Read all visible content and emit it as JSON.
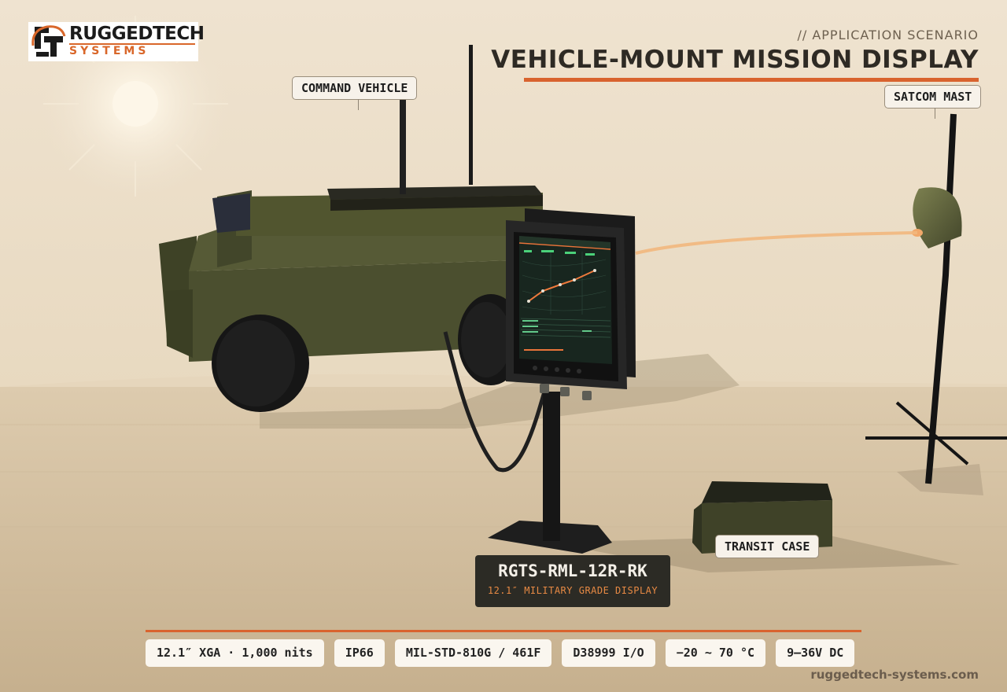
{
  "brand": {
    "name": "RUGGEDTECH",
    "subtitle": "SYSTEMS",
    "website": "ruggedtech-systems.com"
  },
  "header": {
    "kicker": "// APPLICATION SCENARIO",
    "title": "VEHICLE-MOUNT MISSION DISPLAY"
  },
  "callouts": {
    "vehicle": "COMMAND VEHICLE",
    "mast": "SATCOM MAST",
    "case": "TRANSIT CASE"
  },
  "product": {
    "model": "RGTS-RML-12R-RK",
    "descriptor": "12.1″ MILITARY GRADE DISPLAY"
  },
  "specs": [
    "12.1″ XGA · 1,000 nits",
    "IP66",
    "MIL-STD-810G / 461F",
    "D38999 I/O",
    "−20 ~ 70 °C",
    "9–36V DC"
  ],
  "colors": {
    "accent": "#d9632e",
    "vehicle": "#4b4f2f",
    "sky": "#f2e6d3",
    "ground": "#d7c4a6",
    "screen_bg": "#18261f",
    "route": "#ef7a3c"
  }
}
